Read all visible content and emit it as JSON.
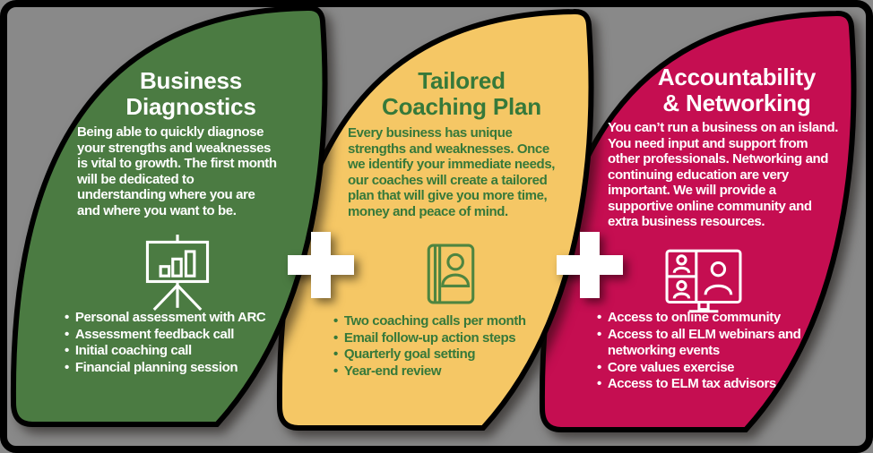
{
  "glyphs": {
    "bullet": "•"
  },
  "colors": {
    "background_gray": "#898989",
    "frame_black": "#000000",
    "plus_white": "#ffffff",
    "text_white": "#ffffff",
    "text_green": "#36793a"
  },
  "panels": [
    {
      "id": "business-diagnostics",
      "color": "#4b7b42",
      "text_color": "#ffffff",
      "title_line1": "Business",
      "title_line2": "Diagnostics",
      "body": "Being able to quickly diagnose your strengths and weaknesses is vital to growth. The first month will be dedicated to understanding where you are and where you want to be.",
      "icon": "presentation-chart-icon",
      "bullets": [
        "Personal assessment with ARC",
        "Assessment feedback call",
        "Initial coaching call",
        "Financial planning session"
      ]
    },
    {
      "id": "tailored-coaching-plan",
      "color": "#f5c765",
      "text_color": "#36793a",
      "title_line1": "Tailored",
      "title_line2": "Coaching Plan",
      "body": "Every business has unique strengths and weaknesses. Once we identify your immediate needs, our coaches will create a tailored plan that will give you more time, money and peace of mind.",
      "icon": "contact-book-icon",
      "bullets": [
        "Two coaching calls per month",
        "Email follow-up action steps",
        "Quarterly goal setting",
        "Year-end review"
      ]
    },
    {
      "id": "accountability-networking",
      "color": "#c50e51",
      "text_color": "#ffffff",
      "title_line1": "Accountability",
      "title_line2": "& Networking",
      "body": "You can’t run a business on an island. You need input and support from other professionals. Networking and continuing education are very important. We will provide a supportive online community and extra business resources.",
      "icon": "video-conference-icon",
      "bullets": [
        "Access to online community",
        "Access to all ELM webinars and networking events",
        "Core values exercise",
        "Access to ELM tax advisors"
      ]
    }
  ]
}
